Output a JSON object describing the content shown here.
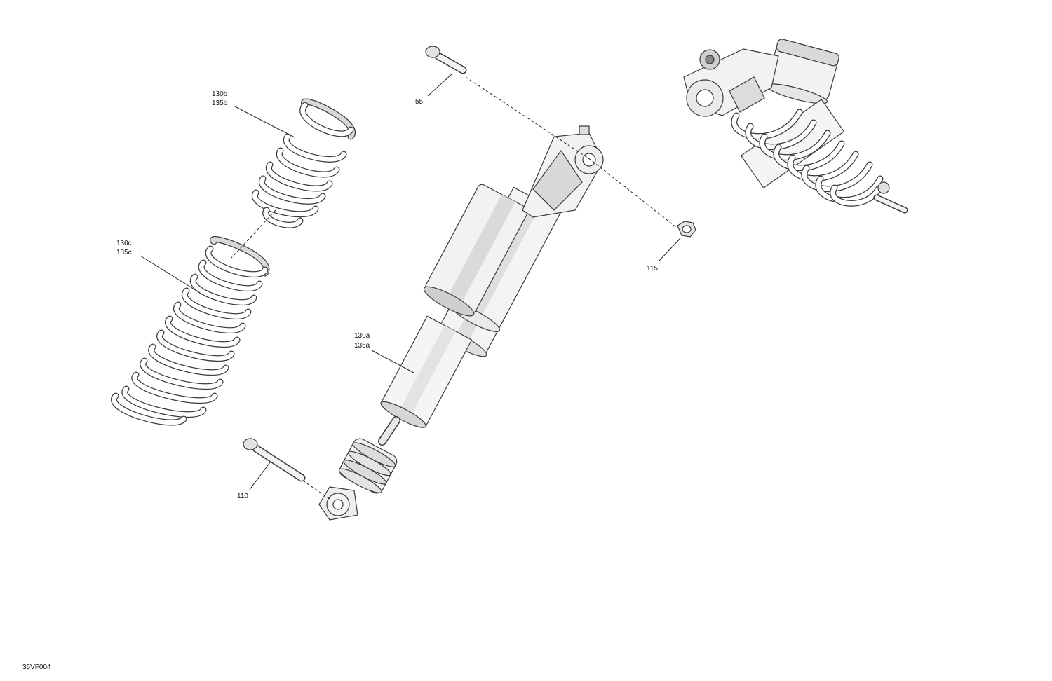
{
  "figure_id": "35VF004",
  "callouts": {
    "c55": "55",
    "c110": "110",
    "c115": "115",
    "c130a": "130a",
    "c135a": "135a",
    "c130b": "130b",
    "c135b": "135b",
    "c130c": "130c",
    "c135c": "135c"
  },
  "colors": {
    "line": "#222222",
    "part_light": "#f2f2f2",
    "part_shade": "#d9d9d9",
    "part_outline": "#3a3a3a"
  }
}
